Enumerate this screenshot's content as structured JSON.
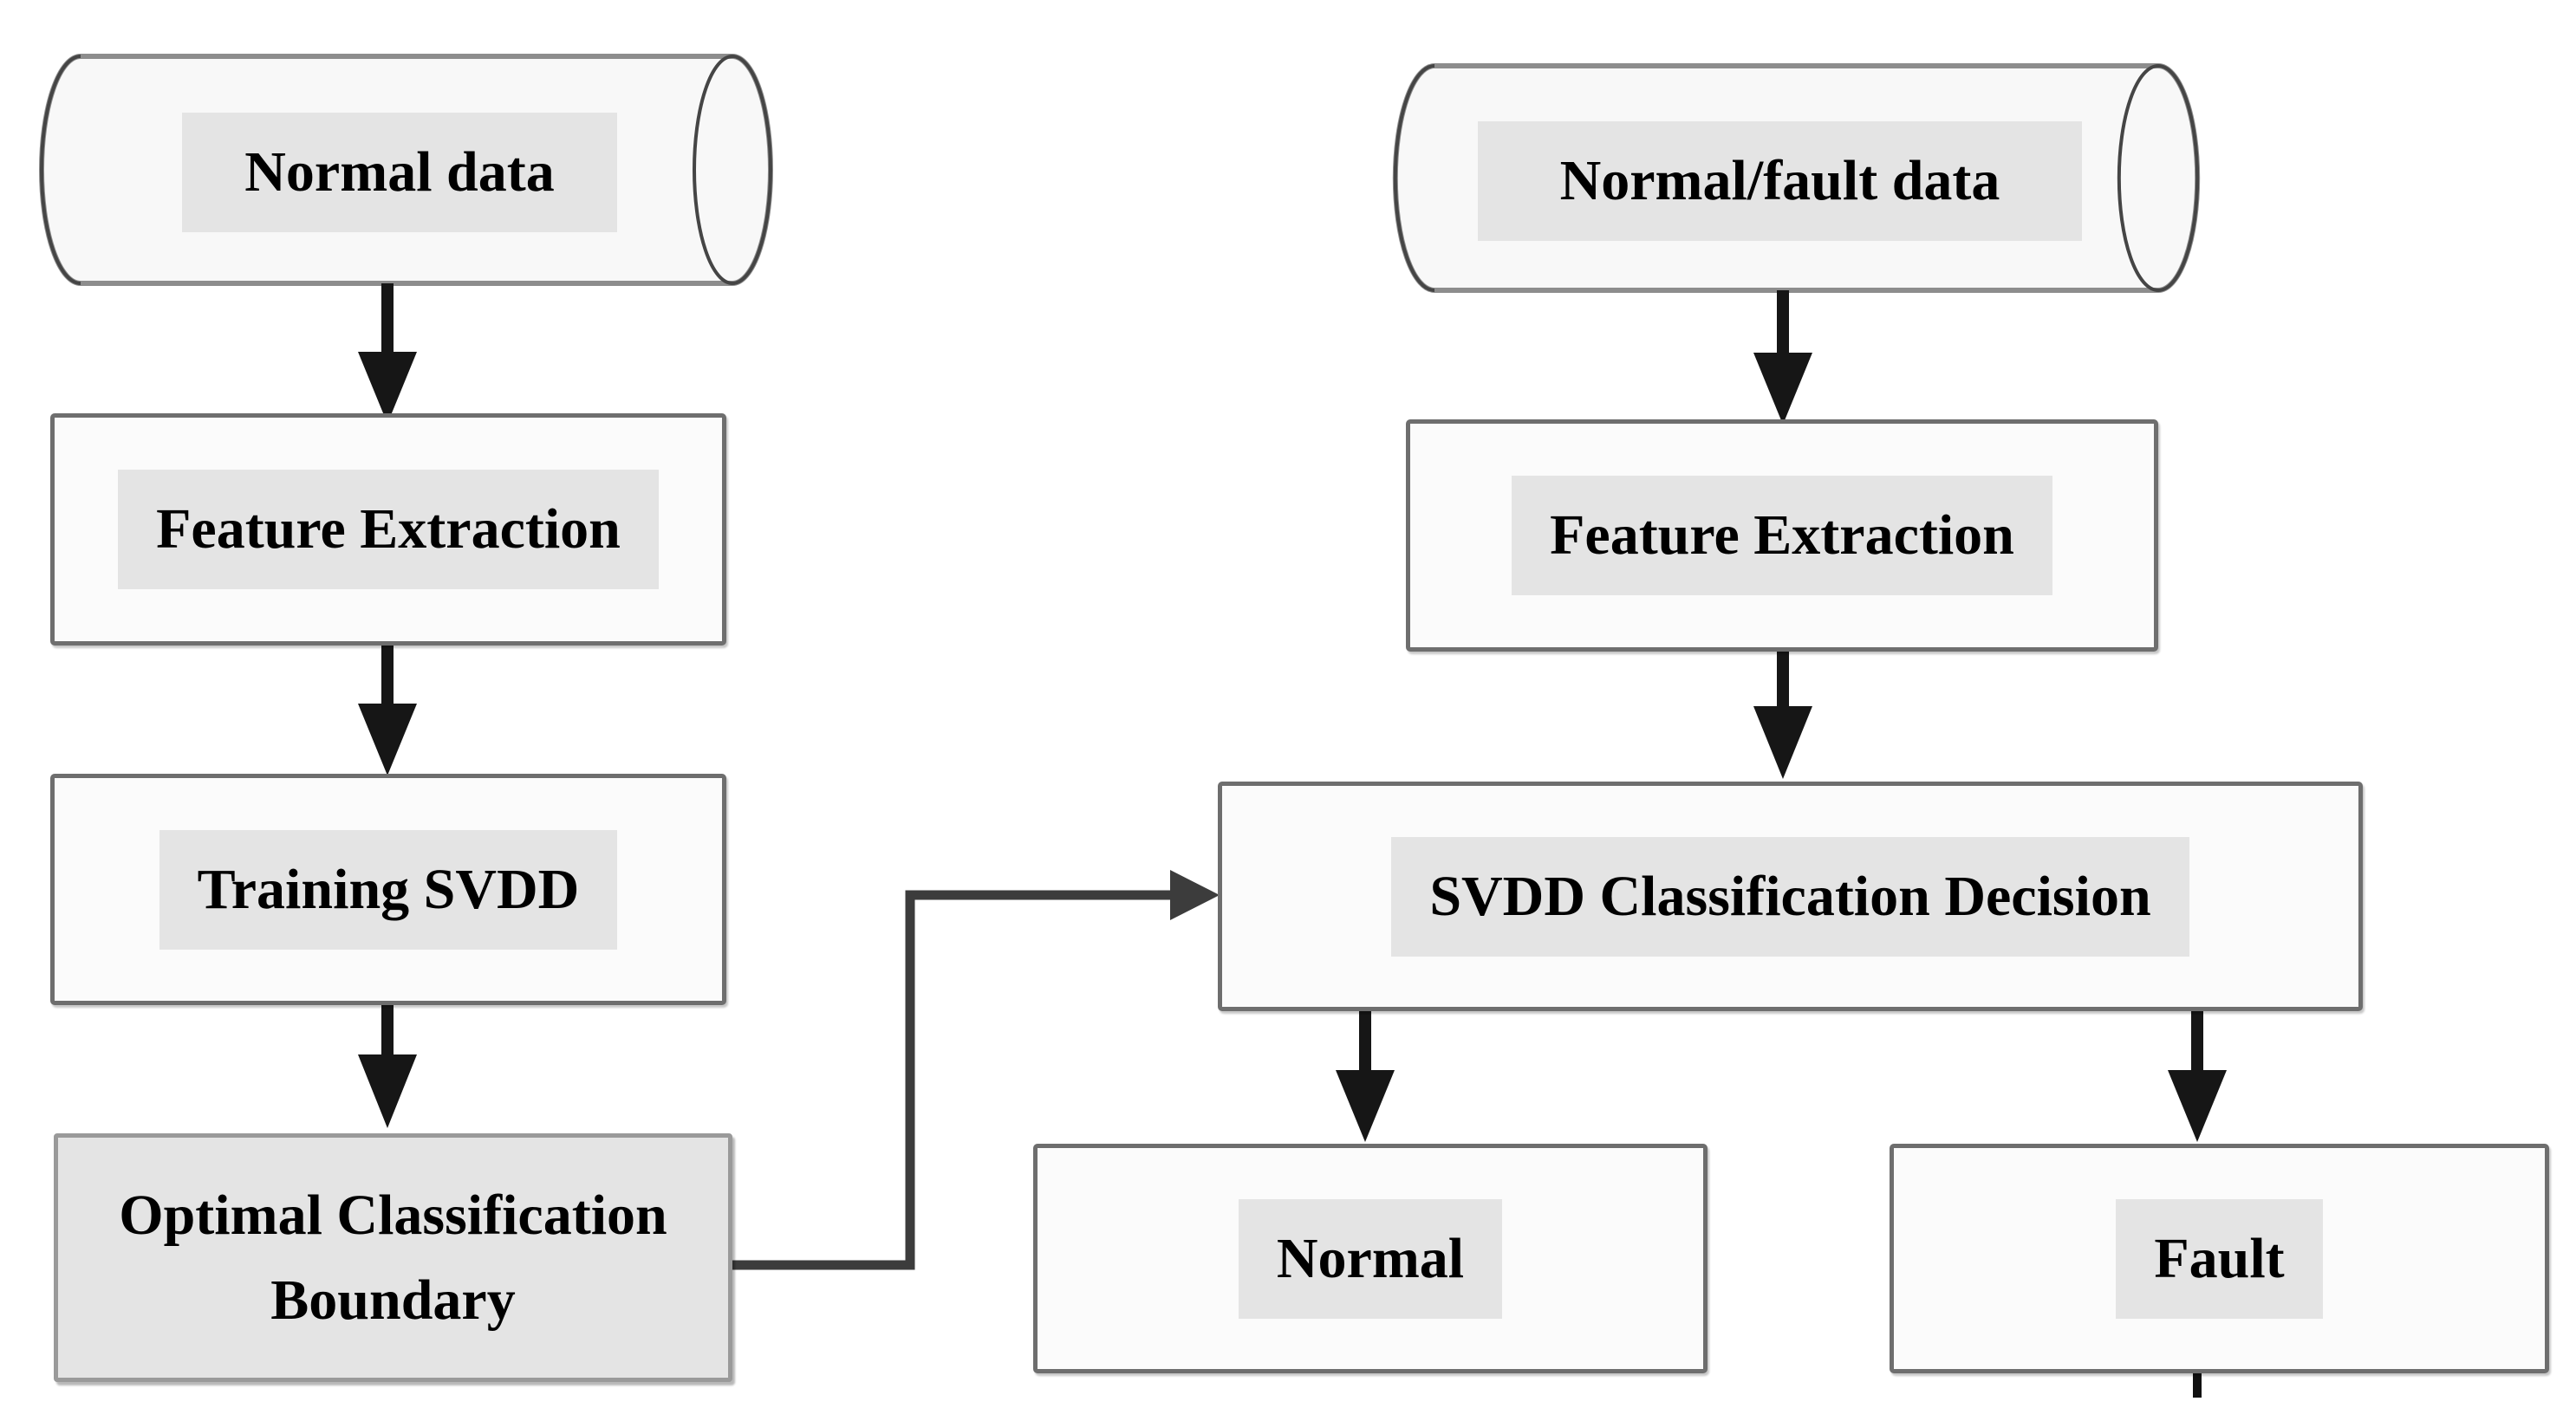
{
  "left_pipeline": {
    "source_label": "Normal data",
    "feature_extraction_label": "Feature Extraction",
    "training_label": "Training SVDD",
    "boundary_line1": "Optimal Classification",
    "boundary_line2": "Boundary"
  },
  "right_pipeline": {
    "source_label": "Normal/fault data",
    "feature_extraction_label": "Feature Extraction",
    "decision_label": "SVDD Classification Decision",
    "outcome_normal": "Normal",
    "outcome_fault": "Fault"
  },
  "colors": {
    "background": "#ffffff",
    "node_fill": "#fbfbfb",
    "node_border": "#6e6e6e",
    "label_background": "#e4e4e4",
    "boundary_fill": "#e4e4e4",
    "cylinder_fill": "#f8f8f8",
    "cylinder_line": "#8d8d8d",
    "cylinder_cap_line": "#454545",
    "arrow": "#161616",
    "connector": "#3c3c3c",
    "text": "#000000"
  }
}
